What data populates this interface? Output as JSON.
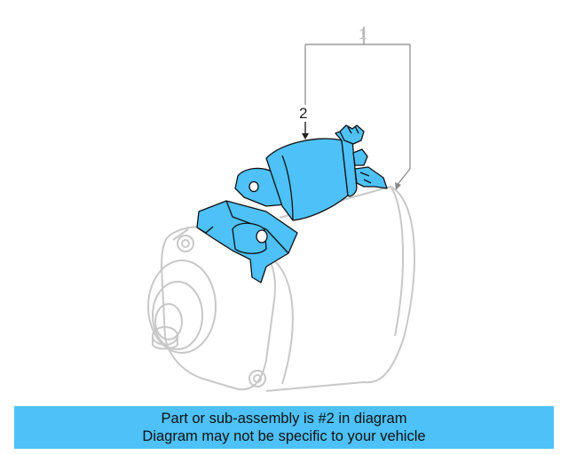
{
  "callouts": {
    "assembly": "1",
    "highlighted_part": "2"
  },
  "banner": {
    "line1": "Part or sub-assembly is #2 in diagram",
    "line2": "Diagram may not be specific to your vehicle"
  },
  "colors": {
    "highlight": "#4dc1f8",
    "outline": "#111111",
    "ghost_outline": "#c8c8c8",
    "banner": "#4dc1f8"
  }
}
